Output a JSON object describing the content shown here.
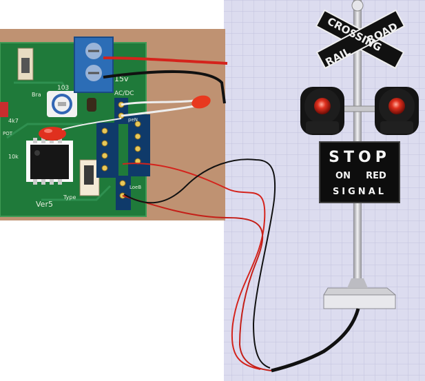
{
  "pcb": {
    "labels": {
      "voltage": "15v",
      "acdc": "AC/DC",
      "pot_code": "103",
      "version": "Ver5",
      "type": "Type",
      "res_4k7": "4k7",
      "pot": "POT",
      "r10k": "10k",
      "bra": "Bra",
      "pe": "peN",
      "loe": "LoeB"
    }
  },
  "crossbuck": {
    "top_word": "CROSSING",
    "rail_word": "RAIL",
    "road_word": "ROAD"
  },
  "stop_sign": {
    "line1": "STOP",
    "line2a": "ON",
    "line2b": "RED",
    "line3": "SIGNAL"
  },
  "colors": {
    "pcb_green": "#1f7a3a",
    "grid_bg": "#dcdcef",
    "wire_red": "#d4231c",
    "wire_black": "#111111",
    "lamp_red": "#e0301e",
    "terminal_blue": "#2c6db6",
    "pole_silver": "#c8c8cc"
  }
}
